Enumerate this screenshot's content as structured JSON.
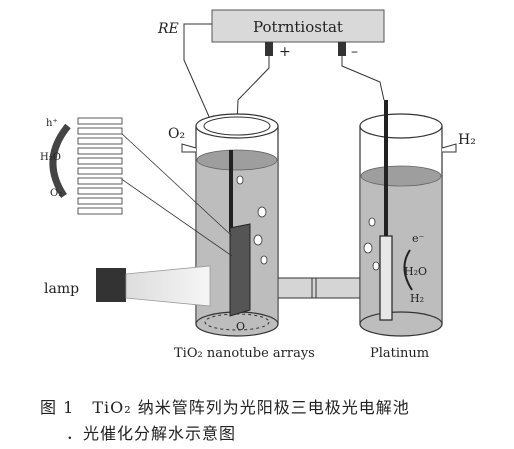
{
  "diagram": {
    "potentiostat": "Potrntiostat",
    "re": "RE",
    "plus": "+",
    "minus": "–",
    "o2_left": "O₂",
    "h2_right": "H₂",
    "hplus": "h⁺",
    "h2o_left": "H₂O",
    "o2_small": "O₂",
    "lamp": "lamp",
    "tio2": "TiO₂ nanotube arrays",
    "platinum": "Platinum",
    "eminus": "e⁻",
    "h2o_right": "H₂O",
    "h2_small": "H₂",
    "o_marker": "O"
  },
  "caption": {
    "label": "图 1",
    "line1": "TiO₂ 纳米管阵列为光阳极三电极光电解池",
    "line2": "．光催化分解水示意图"
  }
}
